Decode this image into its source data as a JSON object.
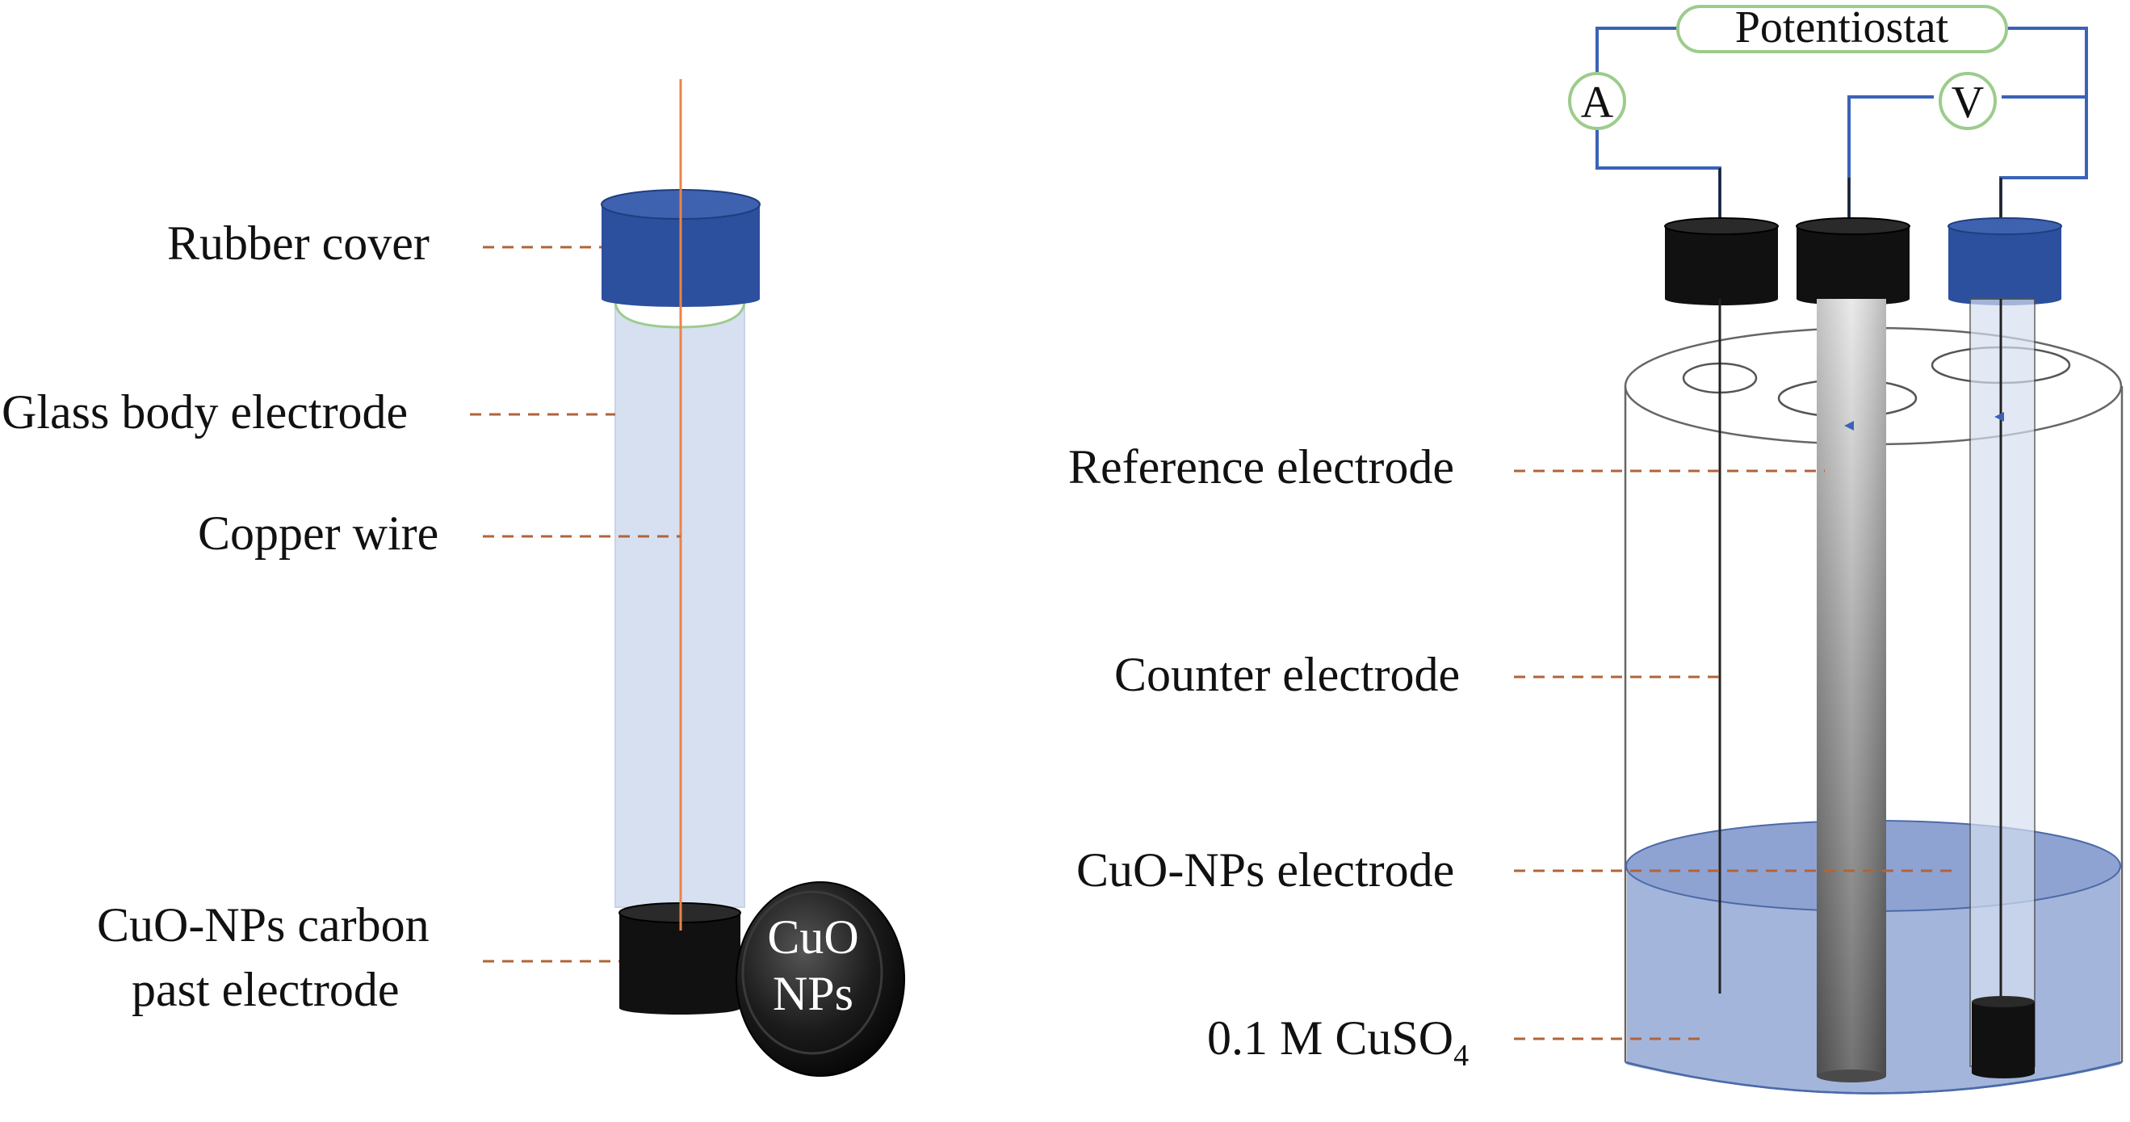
{
  "left_panel": {
    "labels": {
      "rubber_cover": "Rubber cover",
      "glass_body": "Glass body electrode",
      "copper_wire": "Copper wire",
      "cpe_line1": "CuO-NPs carbon",
      "cpe_line2": "past electrode"
    },
    "disc": {
      "line1": "CuO",
      "line2": "NPs"
    }
  },
  "right_panel": {
    "potentiostat": "Potentiostat",
    "ammeter": "A",
    "voltmeter": "V",
    "labels": {
      "reference": "Reference electrode",
      "counter": "Counter electrode",
      "working": "CuO-NPs electrode",
      "electrolyte_main": "0.1 M CuSO",
      "electrolyte_sub": "4"
    }
  },
  "colors": {
    "cap_blue": "#2c4f9e",
    "glass": "#d6e0f1",
    "copper": "#e8844a",
    "lead_line": "#b0643a",
    "wire_blue": "#3a63b8",
    "potentiostat_outline": "#9ccc8c",
    "solution": "#9fb1d9",
    "electrode_black": "#111111"
  }
}
